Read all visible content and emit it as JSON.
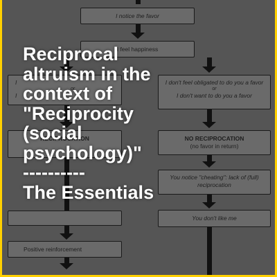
{
  "flowchart": {
    "notice_favor": "I notice the favor",
    "feel_happiness": "I feel happiness",
    "left_obligation_line1": "I",
    "left_obligation_or": "or",
    "left_obligation_line2": "I",
    "reciprocation_title": "RECIPROCATION",
    "positive_reinforcement": "Positive reinforcement",
    "right_not_obligated": "I don't feel obligated to do you a favor",
    "right_or": "or",
    "right_not_want": "I don't want to do you a favor",
    "no_reciprocation_title": "NO RECIPROCATION",
    "no_reciprocation_sub": "(no favor in return)",
    "cheating_notice": "You notice \"cheating\": lack of (full) reciprocation",
    "you_dont_like_me": "You don't like me"
  },
  "overlay": {
    "title_lines": [
      "Reciprocal",
      "altruism in the",
      "context of",
      "\"Reciprocity",
      "(social",
      "psychology)\"",
      "----------",
      "The Essentials"
    ]
  },
  "colors": {
    "border": "#ffd000",
    "background": "#555555",
    "box_fill": "#6a6a6a",
    "overlay_text": "#ffffff"
  }
}
